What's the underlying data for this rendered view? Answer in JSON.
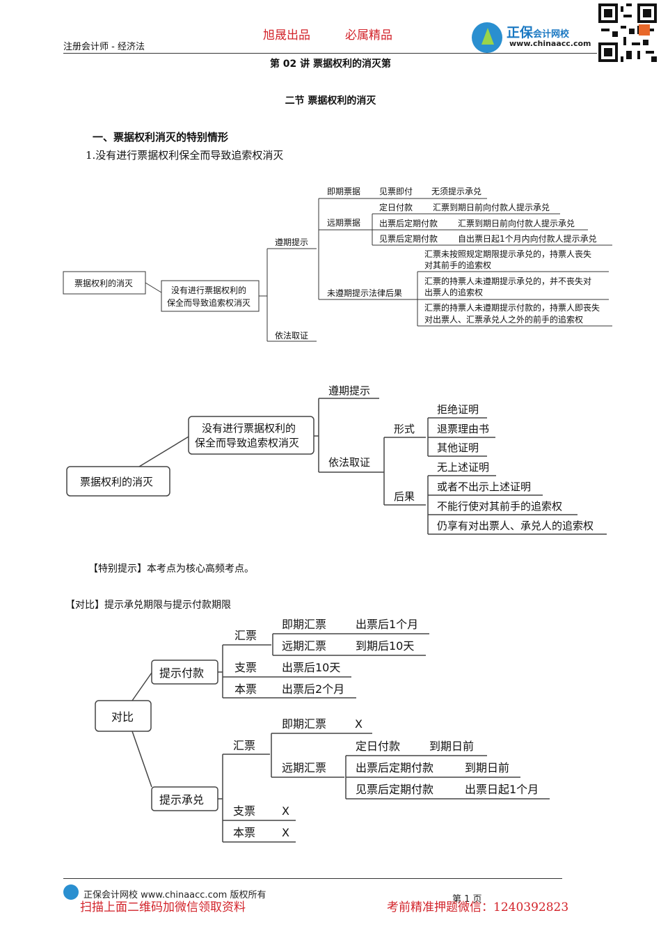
{
  "header": {
    "subject": "注册会计师 - 经济法",
    "slogan1": "旭晟出品",
    "slogan2": "必属精品",
    "logo_name": "正保",
    "logo_sub": "会计网校",
    "logo_url": "www.chinaacc.com"
  },
  "lecture_title": "第 02 讲 票据权利的消灭第",
  "section_title": "二节 票据权利的消灭",
  "heading1": "一、票据权利消灭的特别情形",
  "heading2": "1.没有进行票据权利保全而导致追索权消灭",
  "diagram1": {
    "root": "票据权利的消灭",
    "node": "没有进行票据权利的保全而导致追索权消灭",
    "node_l1": "没有进行票据权利的",
    "node_l2": "保全而导致追索权消灭",
    "b1": "遵期提示",
    "b2": "依法取证",
    "imm": "即期票据",
    "imm_a": "见票即付",
    "imm_b": "无须提示承兑",
    "far": "远期票据",
    "far1_a": "定日付款",
    "far1_b": "汇票到期日前向付款人提示承兑",
    "far2_a": "出票后定期付款",
    "far2_b": "汇票到期日前向付款人提示承兑",
    "far3_a": "见票后定期付款",
    "far3_b": "自出票日起1个月内向付款人提示承兑",
    "cons": "未遵期提示法律后果",
    "cons1_l1": "汇票未按照规定期限提示承兑的，持票人丧失",
    "cons1_l2": "对其前手的追索权",
    "cons2_l1": "汇票的持票人未遵期提示承兑的，并不丧失对",
    "cons2_l2": "出票人的追索权",
    "cons3_l1": "汇票的持票人未遵期提示付款的，持票人即丧失",
    "cons3_l2": "对出票人、汇票承兑人之外的前手的追索权"
  },
  "diagram2": {
    "root": "票据权利的消灭",
    "node_l1": "没有进行票据权利的",
    "node_l2": "保全而导致追索权消灭",
    "b1": "遵期提示",
    "b2": "依法取证",
    "form": "形式",
    "form_items": [
      "拒绝证明",
      "退票理由书",
      "其他证明"
    ],
    "result": "后果",
    "result_items": [
      "无上述证明",
      "或者不出示上述证明",
      "不能行使对其前手的追索权",
      "仍享有对出票人、承兑人的追索权"
    ]
  },
  "tip": "【特别提示】本考点为核心高频考点。",
  "compare_title": "【对比】提示承兑期限与提示付款期限",
  "diagram3": {
    "root": "对比",
    "pay": "提示付款",
    "accept": "提示承兑",
    "huipiao": "汇票",
    "imm": "即期汇票",
    "imm_pay": "出票后1个月",
    "far": "远期汇票",
    "far_pay": "到期后10天",
    "zhipiao": "支票",
    "zhi_pay": "出票后10天",
    "benpiao": "本票",
    "ben_pay": "出票后2个月",
    "imm_acc": "X",
    "far1_a": "定日付款",
    "far1_b": "到期日前",
    "far2_a": "出票后定期付款",
    "far2_b": "到期日前",
    "far3_a": "见票后定期付款",
    "far3_b": "出票日起1个月",
    "zhi_acc": "X",
    "ben_acc": "X"
  },
  "footer": {
    "copyright": "正保会计网校 www.chinaacc.com 版权所有",
    "page": "第 1 页",
    "ad_left": "扫描上面二维码加微信领取资料",
    "ad_right": "考前精准押题微信：1240392823"
  }
}
